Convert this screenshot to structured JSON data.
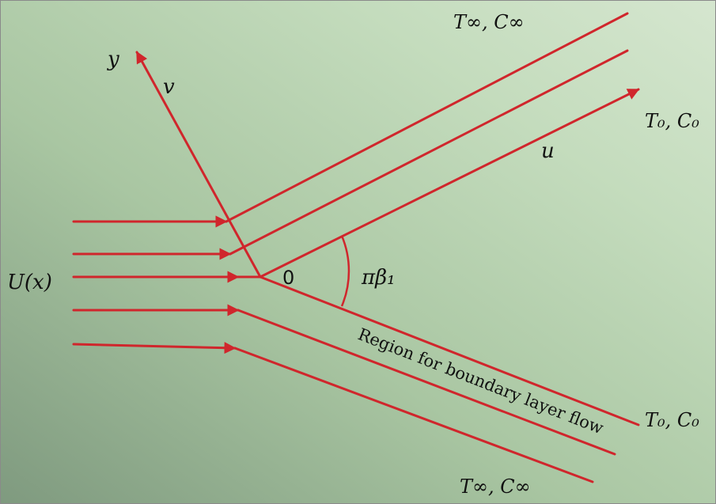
{
  "diagram": {
    "labels": {
      "free_stream": "U(x)",
      "y_axis": "y",
      "v_velocity": "v",
      "u_velocity": "u",
      "origin": "0",
      "angle": "πβ₁",
      "region": "Region for boundary layer flow",
      "top_ambient": "T∞, C∞",
      "bottom_ambient": "T∞, C∞",
      "upper_wall": "T₀, C₀",
      "lower_wall": "T₀, C₀"
    },
    "colors": {
      "flow_line": "#d0262c",
      "text": "#111111",
      "background_light": "#d5e6cf",
      "background_dark": "#7f9a7f"
    }
  }
}
